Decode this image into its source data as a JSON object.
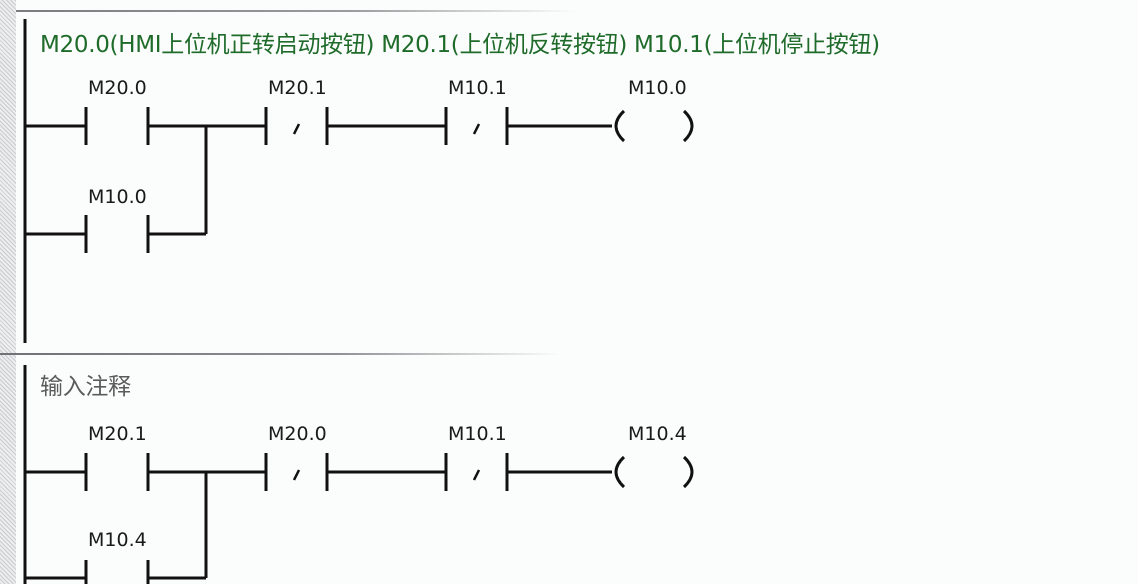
{
  "editor": {
    "colors": {
      "comment_network1": "#1e6b2a",
      "comment_network2": "#5b5b5b",
      "ladder_line": "#111111",
      "background": "#fbfcfc"
    },
    "networks": [
      {
        "comment": "M20.0(HMI上位机正转启动按钮) M20.1(上位机反转按钮) M10.1(上位机停止按钮)",
        "contacts": [
          {
            "operand": "M20.0",
            "type": "normally-open"
          },
          {
            "operand": "M20.1",
            "type": "normally-closed"
          },
          {
            "operand": "M10.1",
            "type": "normally-closed"
          }
        ],
        "parallel_contact": {
          "operand": "M10.0",
          "type": "normally-open"
        },
        "coil": {
          "operand": "M10.0"
        }
      },
      {
        "comment": "输入注释",
        "contacts": [
          {
            "operand": "M20.1",
            "type": "normally-open"
          },
          {
            "operand": "M20.0",
            "type": "normally-closed"
          },
          {
            "operand": "M10.1",
            "type": "normally-closed"
          }
        ],
        "parallel_contact": {
          "operand": "M10.4",
          "type": "normally-open"
        },
        "coil": {
          "operand": "M10.4"
        }
      }
    ]
  }
}
